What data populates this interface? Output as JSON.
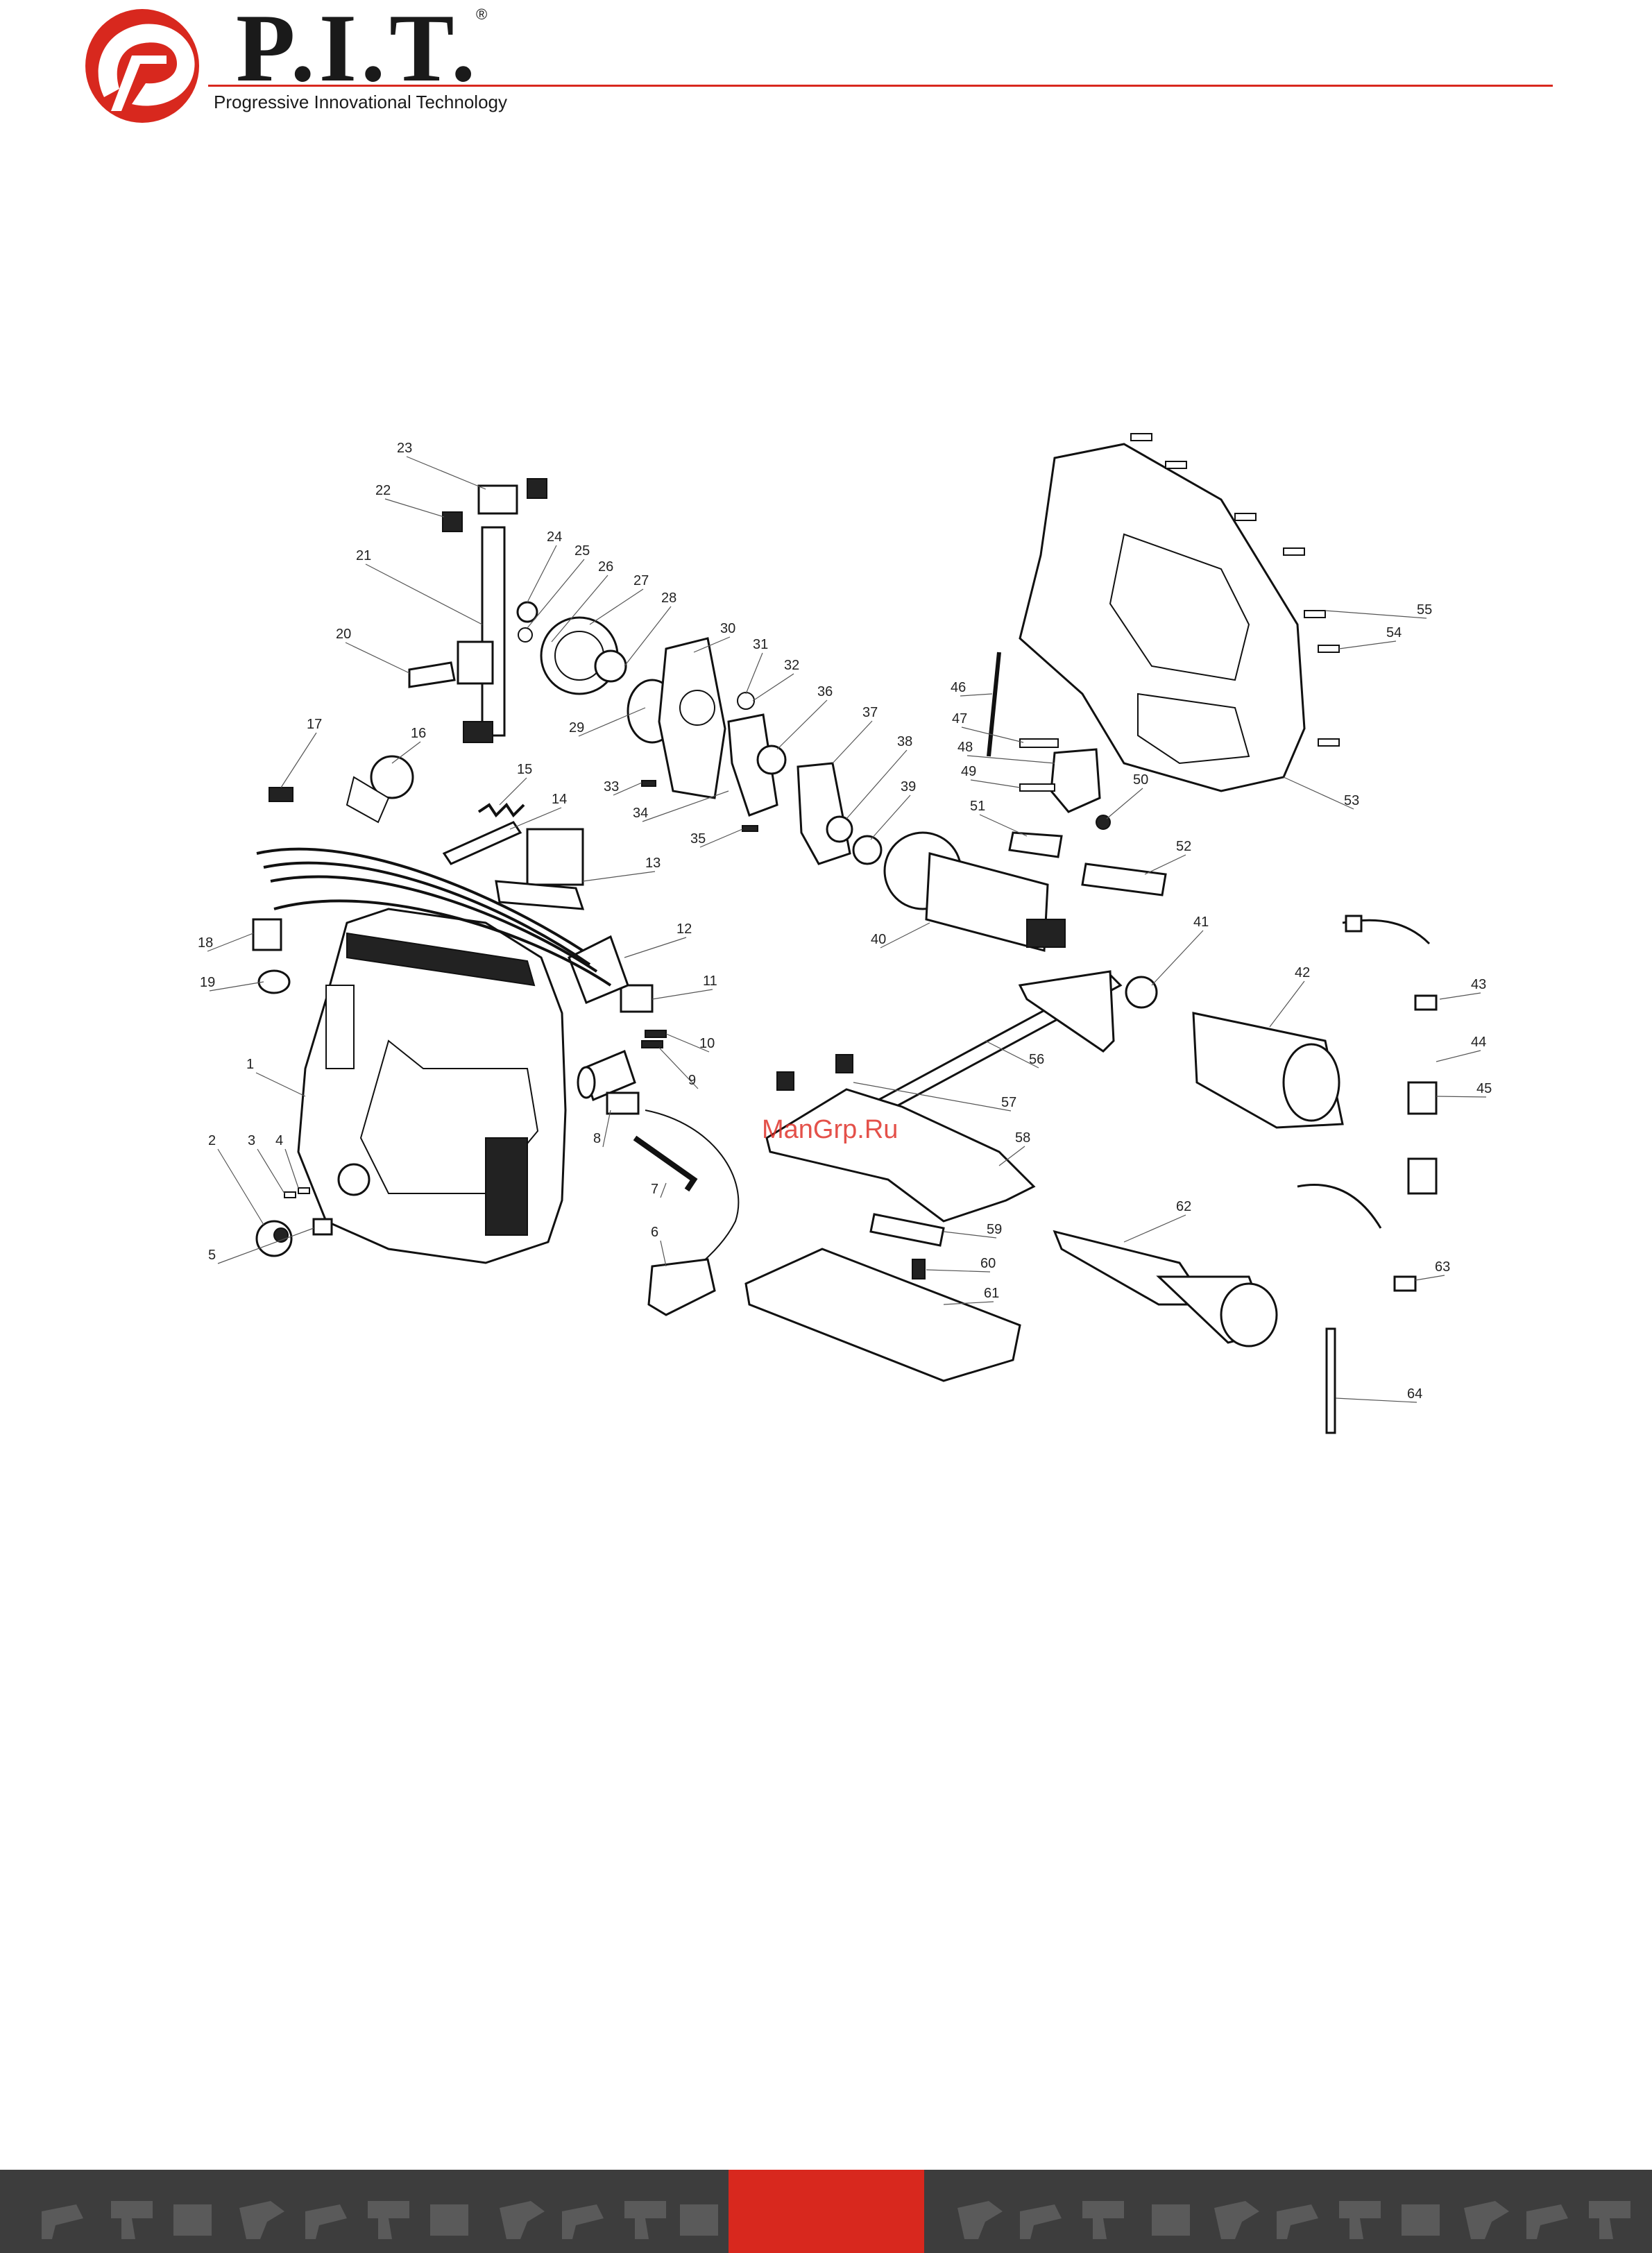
{
  "header": {
    "brand": "P.I.T.",
    "registered_mark": "®",
    "tagline": "Progressive Innovational Technology"
  },
  "watermark": "ManGrp.Ru",
  "parts": [
    {
      "n": "1"
    },
    {
      "n": "2"
    },
    {
      "n": "3"
    },
    {
      "n": "4"
    },
    {
      "n": "5"
    },
    {
      "n": "6"
    },
    {
      "n": "7"
    },
    {
      "n": "8"
    },
    {
      "n": "9"
    },
    {
      "n": "10"
    },
    {
      "n": "11"
    },
    {
      "n": "12"
    },
    {
      "n": "13"
    },
    {
      "n": "14"
    },
    {
      "n": "15"
    },
    {
      "n": "16"
    },
    {
      "n": "17"
    },
    {
      "n": "18"
    },
    {
      "n": "19"
    },
    {
      "n": "20"
    },
    {
      "n": "21"
    },
    {
      "n": "22"
    },
    {
      "n": "23"
    },
    {
      "n": "24"
    },
    {
      "n": "25"
    },
    {
      "n": "26"
    },
    {
      "n": "27"
    },
    {
      "n": "28"
    },
    {
      "n": "29"
    },
    {
      "n": "30"
    },
    {
      "n": "31"
    },
    {
      "n": "32"
    },
    {
      "n": "33"
    },
    {
      "n": "34"
    },
    {
      "n": "35"
    },
    {
      "n": "36"
    },
    {
      "n": "37"
    },
    {
      "n": "38"
    },
    {
      "n": "39"
    },
    {
      "n": "40"
    },
    {
      "n": "41"
    },
    {
      "n": "42"
    },
    {
      "n": "43"
    },
    {
      "n": "44"
    },
    {
      "n": "45"
    },
    {
      "n": "46"
    },
    {
      "n": "47"
    },
    {
      "n": "48"
    },
    {
      "n": "49"
    },
    {
      "n": "50"
    },
    {
      "n": "51"
    },
    {
      "n": "52"
    },
    {
      "n": "53"
    },
    {
      "n": "54"
    },
    {
      "n": "55"
    },
    {
      "n": "56"
    },
    {
      "n": "57"
    },
    {
      "n": "58"
    },
    {
      "n": "59"
    },
    {
      "n": "60"
    },
    {
      "n": "61"
    },
    {
      "n": "62"
    },
    {
      "n": "63"
    },
    {
      "n": "64"
    }
  ],
  "colors": {
    "brand_red": "#d8281e",
    "footer_gray": "#3d3d3d",
    "ink": "#111111"
  }
}
